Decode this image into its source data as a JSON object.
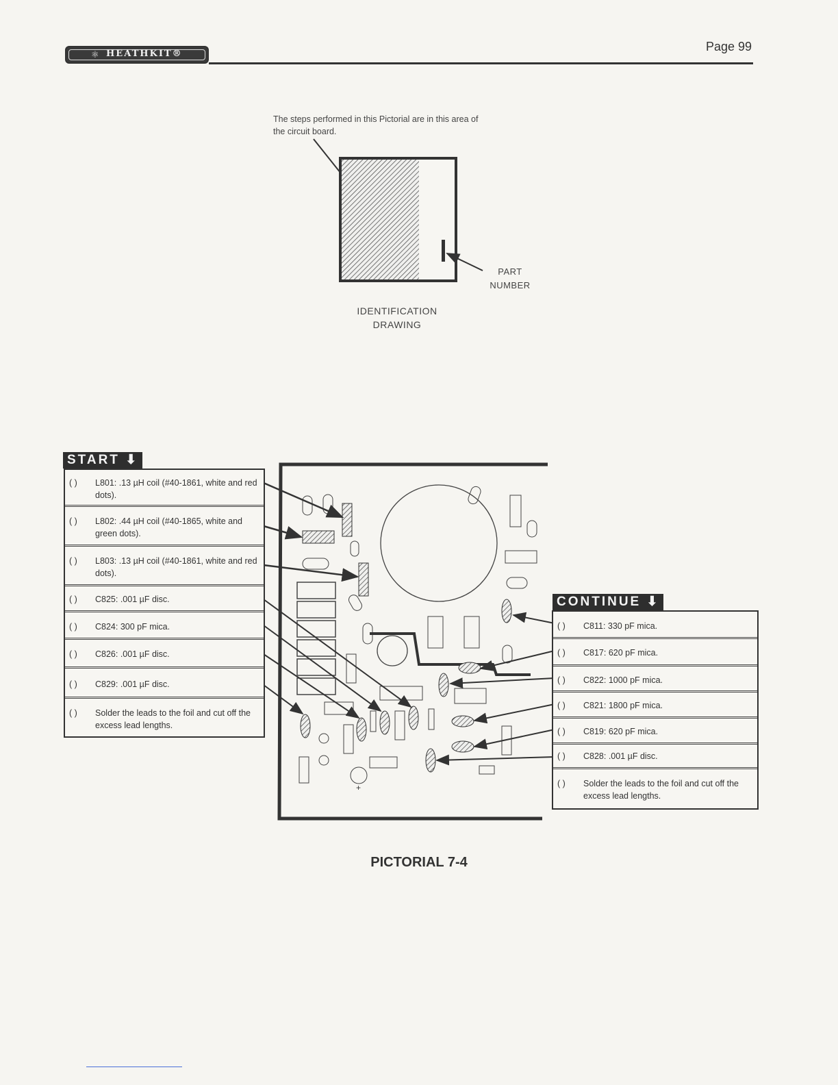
{
  "header": {
    "logo_text": "HEATHKIT®",
    "page_number": "Page 99"
  },
  "identification": {
    "note": "The steps performed in this Pictorial are in this area of the circuit board.",
    "part_number_label": "PART NUMBER",
    "caption": "IDENTIFICATION DRAWING"
  },
  "start": {
    "tag": "START",
    "steps": [
      {
        "check": "(   )",
        "text": "L801: .13 µH coil (#40-1861, white and red dots)."
      },
      {
        "check": "(   )",
        "text": "L802: .44 µH coil (#40-1865, white and green dots)."
      },
      {
        "check": "(   )",
        "text": "L803: .13 µH coil (#40-1861, white and red dots)."
      },
      {
        "check": "(   )",
        "text": "C825: .001 µF disc."
      },
      {
        "check": "(   )",
        "text": "C824: 300 pF mica."
      },
      {
        "check": "(   )",
        "text": "C826: .001 µF disc."
      },
      {
        "check": "(   )",
        "text": "C829: .001 µF disc."
      },
      {
        "check": "(   )",
        "text": "Solder the leads to the foil and cut off the excess lead lengths."
      }
    ]
  },
  "continue": {
    "tag": "CONTINUE",
    "steps": [
      {
        "check": "(   )",
        "text": "C811: 330 pF mica."
      },
      {
        "check": "(   )",
        "text": "C817: 620 pF mica."
      },
      {
        "check": "(   )",
        "text": "C822: 1000 pF mica."
      },
      {
        "check": "(   )",
        "text": "C821: 1800 pF mica."
      },
      {
        "check": "(   )",
        "text": "C819: 620 pF mica."
      },
      {
        "check": "(   )",
        "text": "C828: .001 µF disc."
      },
      {
        "check": "(   )",
        "text": "Solder the leads to the foil and cut off the excess lead lengths."
      }
    ]
  },
  "board": {
    "plus_mark": "+"
  },
  "caption": "PICTORIAL 7-4"
}
